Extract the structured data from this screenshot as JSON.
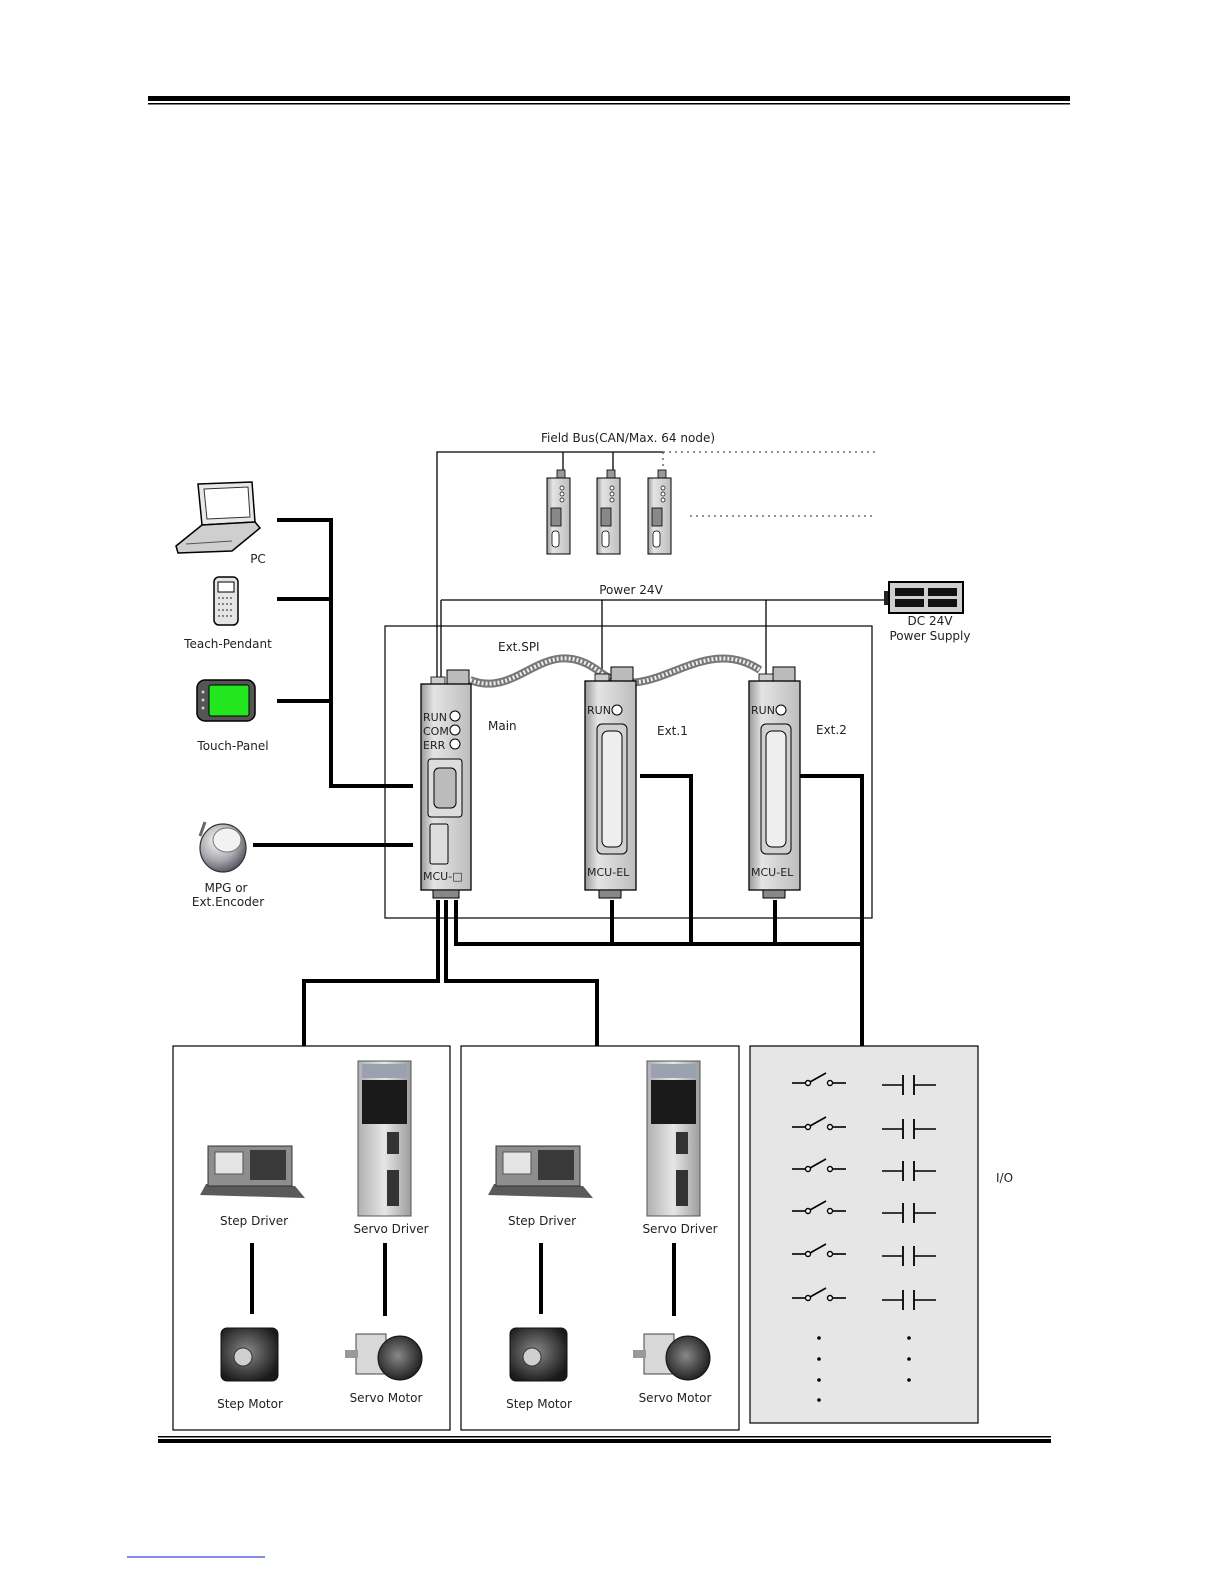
{
  "labels": {
    "fieldbus": "Field Bus(CAN/Max. 64 node)",
    "power": "Power 24V",
    "psu_line1": "DC 24V",
    "psu_line2": "Power Supply",
    "ext_spi": "Ext.SPI",
    "pc": "PC",
    "pendant": "Teach-Pendant",
    "touch": "Touch-Panel",
    "mpg_line1": "MPG or",
    "mpg_line2": "Ext.Encoder",
    "main": "Main",
    "ext1": "Ext.1",
    "ext2": "Ext.2",
    "io": "I/O"
  },
  "modules": {
    "main": {
      "leds": [
        "RUN",
        "COM",
        "ERR"
      ],
      "name": "MCU-□"
    },
    "ext1": {
      "leds": [
        "RUN"
      ],
      "name": "MCU-EL"
    },
    "ext2": {
      "leds": [
        "RUN"
      ],
      "name": "MCU-EL"
    }
  },
  "drive_groups": [
    {
      "step_driver": "Step Driver",
      "servo_driver": "Servo Driver",
      "step_motor": "Step Motor",
      "servo_motor": "Servo Motor"
    },
    {
      "step_driver": "Step Driver",
      "servo_driver": "Servo Driver",
      "step_motor": "Step Motor",
      "servo_motor": "Servo Motor"
    }
  ],
  "colors": {
    "touch_screen": "#22e61e",
    "io_panel_bg": "#e6e6e6",
    "module_body": "#d6d6d6"
  }
}
